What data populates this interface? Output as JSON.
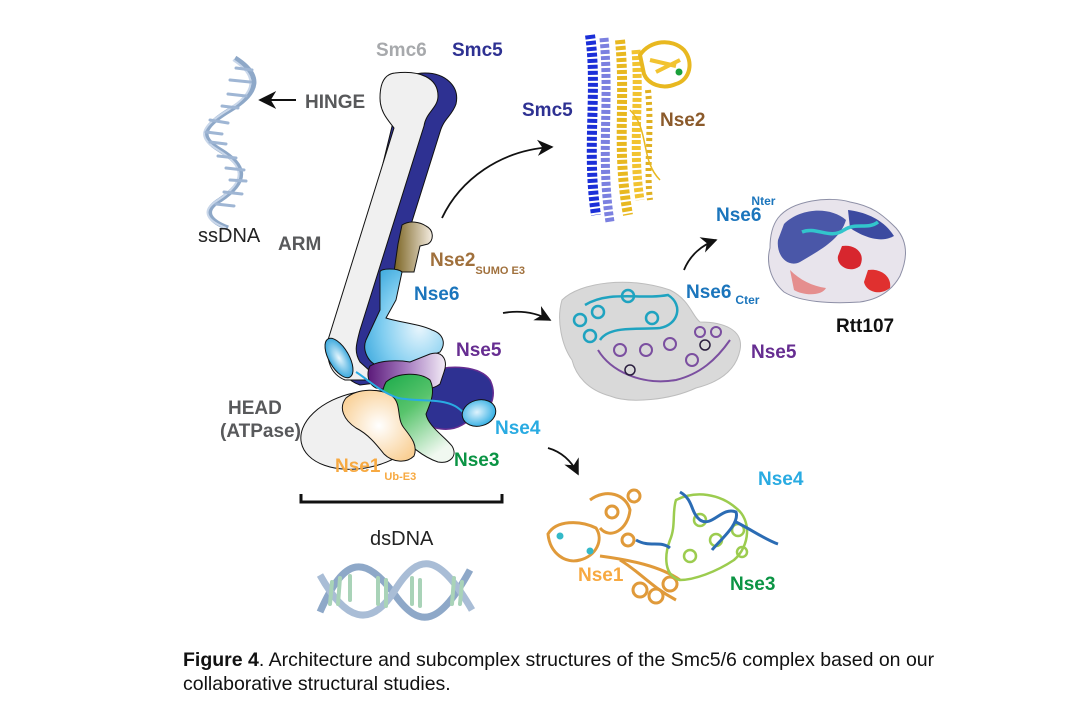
{
  "figure": {
    "caption": {
      "label": "Figure 4",
      "text": ". Architecture and subcomplex structures of the Smc5/6 complex based on our collaborative structural studies."
    },
    "schematic": {
      "smc6": "Smc6",
      "smc5": "Smc5",
      "hinge": "HINGE",
      "arm": "ARM",
      "head_line1": "HEAD",
      "head_line2": "(ATPase)",
      "ssdna": "ssDNA",
      "dsdna": "dsDNA",
      "nse2": {
        "name": "Nse2",
        "sub": "SUMO E3"
      },
      "nse6": "Nse6",
      "nse5": "Nse5",
      "nse4": "Nse4",
      "nse3": "Nse3",
      "nse1": {
        "name": "Nse1",
        "sub": "Ub-E3"
      }
    },
    "structures": {
      "smc5_nse2": {
        "smc5": "Smc5",
        "nse2": "Nse2"
      },
      "nse5_nse6": {
        "nse6_nter": {
          "name": "Nse6",
          "sup": "Nter"
        },
        "nse6_cter": {
          "name": "Nse6",
          "sub": "Cter"
        },
        "nse5": "Nse5",
        "rtt107": "Rtt107"
      },
      "nse1_nse3_nse4": {
        "nse4": "Nse4",
        "nse1": "Nse1",
        "nse3": "Nse3"
      }
    },
    "colors": {
      "smc6": "#f0f0f0",
      "smc5": "#2e3192",
      "nse2": "#8b6f2f",
      "nse2_label": "#a0703c",
      "nse6": "#1b75bc",
      "nse5": "#662d91",
      "nse4": "#29abe2",
      "nse3": "#0b9444",
      "nse1": "#f7a941",
      "label_gray": "#58595b"
    }
  }
}
